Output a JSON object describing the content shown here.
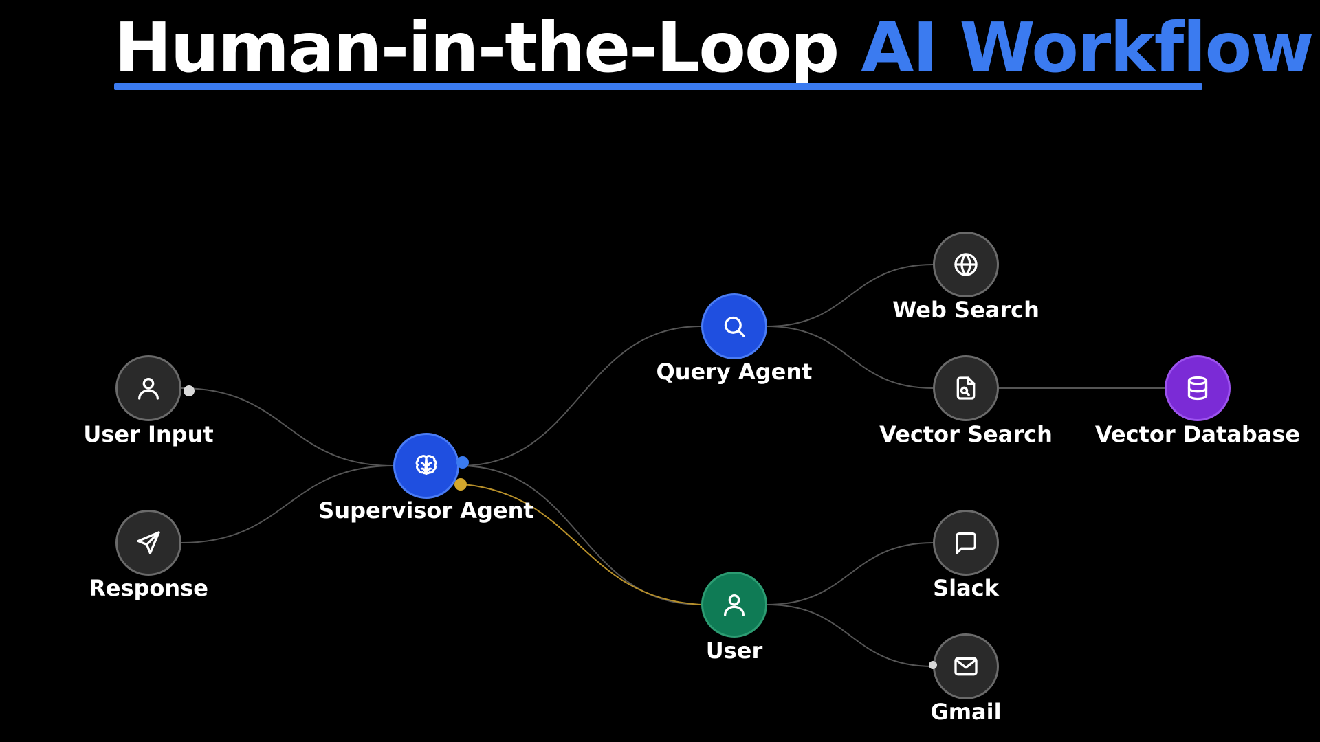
{
  "title": {
    "part1": "Human-in-the-Loop",
    "part2": "AI Workflow"
  },
  "colors": {
    "background": "#000000",
    "accent": "#3b7bf0",
    "node_default": "#2a2a2a",
    "node_primary": "#1f4fe0",
    "node_user": "#0f7b55",
    "node_database": "#7b2bd6",
    "edge": "#555555",
    "edge_human": "#b8902a"
  },
  "nodes": [
    {
      "id": "user_input",
      "label": "User Input",
      "icon": "user-icon"
    },
    {
      "id": "response",
      "label": "Response",
      "icon": "send-icon"
    },
    {
      "id": "supervisor",
      "label": "Supervisor Agent",
      "icon": "brain-icon"
    },
    {
      "id": "query",
      "label": "Query Agent",
      "icon": "search-icon"
    },
    {
      "id": "user",
      "label": "User",
      "icon": "user-icon"
    },
    {
      "id": "web_search",
      "label": "Web Search",
      "icon": "globe-icon"
    },
    {
      "id": "vector_search",
      "label": "Vector Search",
      "icon": "file-search-icon"
    },
    {
      "id": "vector_db",
      "label": "Vector Database",
      "icon": "database-icon"
    },
    {
      "id": "slack",
      "label": "Slack",
      "icon": "message-square-icon"
    },
    {
      "id": "gmail",
      "label": "Gmail",
      "icon": "mail-icon"
    }
  ],
  "edges": [
    {
      "from": "user_input",
      "to": "supervisor"
    },
    {
      "from": "supervisor",
      "to": "response"
    },
    {
      "from": "supervisor",
      "to": "query"
    },
    {
      "from": "supervisor",
      "to": "user"
    },
    {
      "from": "supervisor",
      "to": "user",
      "kind": "human"
    },
    {
      "from": "query",
      "to": "web_search"
    },
    {
      "from": "query",
      "to": "vector_search"
    },
    {
      "from": "vector_search",
      "to": "vector_db"
    },
    {
      "from": "user",
      "to": "slack"
    },
    {
      "from": "user",
      "to": "gmail"
    }
  ]
}
